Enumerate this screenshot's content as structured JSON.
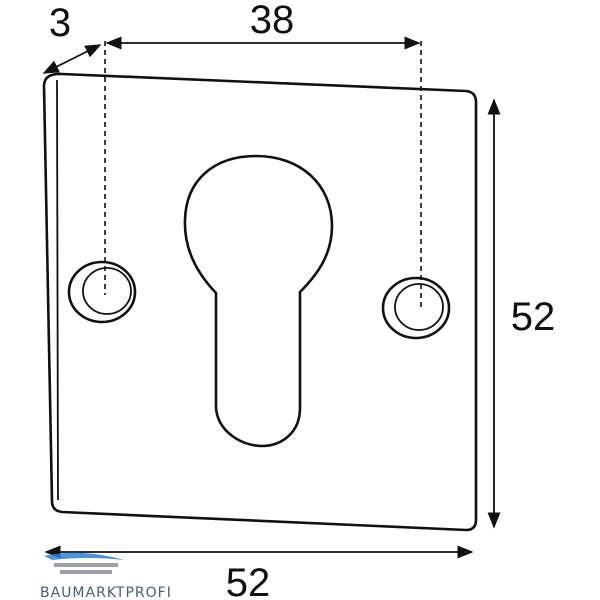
{
  "dimensions": {
    "thickness": "3",
    "hole_spacing": "38",
    "height": "52",
    "width": "52"
  },
  "brand": {
    "name": "BAUMARKTPROFI",
    "colors": {
      "swoosh": "#2f7fd6",
      "bar": "#8a8f99"
    }
  },
  "icons": [
    "screw-hole-left-icon",
    "screw-hole-right-icon",
    "keyhole-cutout-icon",
    "brand-logo-icon"
  ]
}
